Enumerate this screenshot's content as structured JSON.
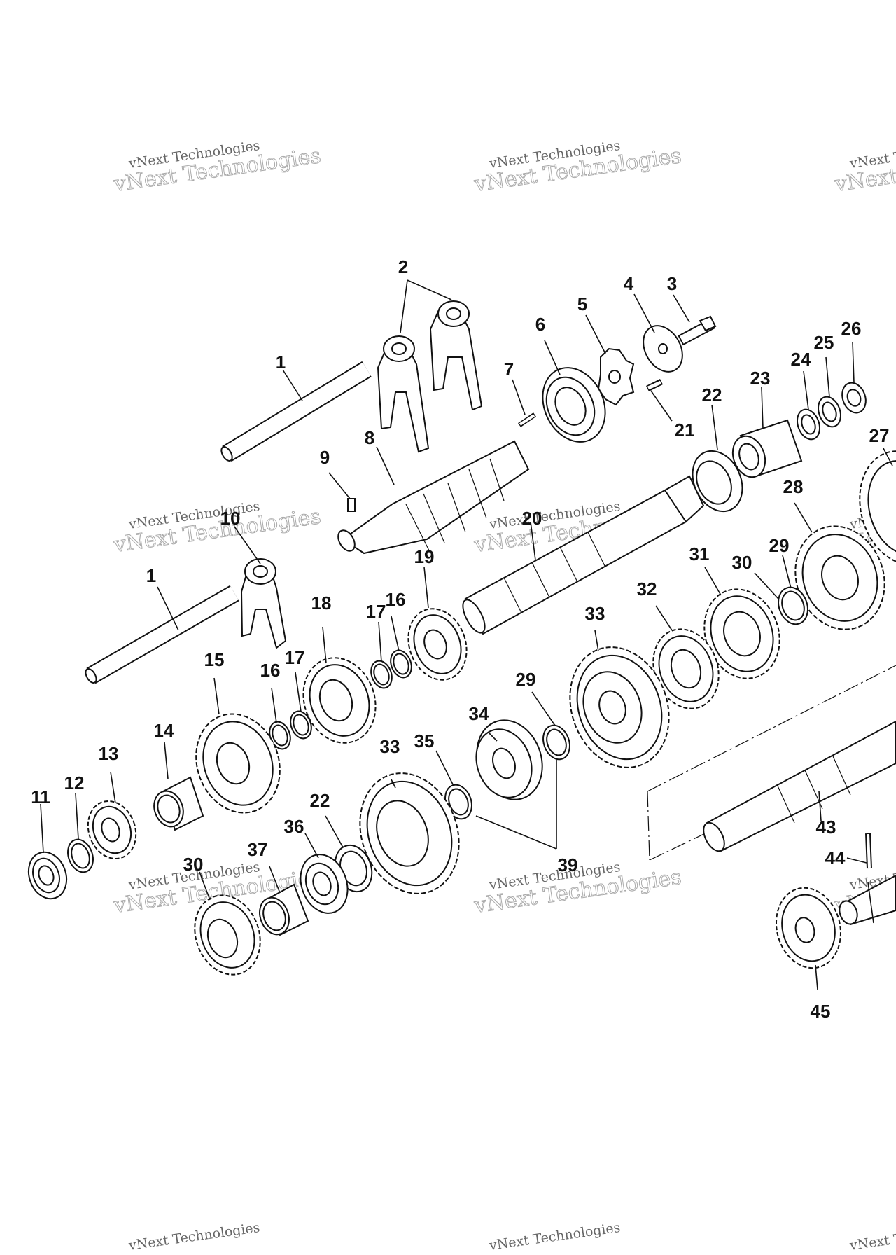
{
  "watermark": {
    "line1": "vNext Technologies",
    "line2": "vNext Technologies"
  },
  "callouts": [
    "1",
    "2",
    "3",
    "4",
    "5",
    "6",
    "7",
    "8",
    "9",
    "10",
    "1",
    "11",
    "12",
    "13",
    "14",
    "15",
    "16",
    "17",
    "16",
    "17",
    "18",
    "19",
    "20",
    "21",
    "22",
    "23",
    "24",
    "25",
    "26",
    "27",
    "28",
    "29",
    "30",
    "31",
    "32",
    "33",
    "29",
    "34",
    "33",
    "35",
    "22",
    "36",
    "37",
    "30",
    "39",
    "43",
    "44",
    "45"
  ]
}
